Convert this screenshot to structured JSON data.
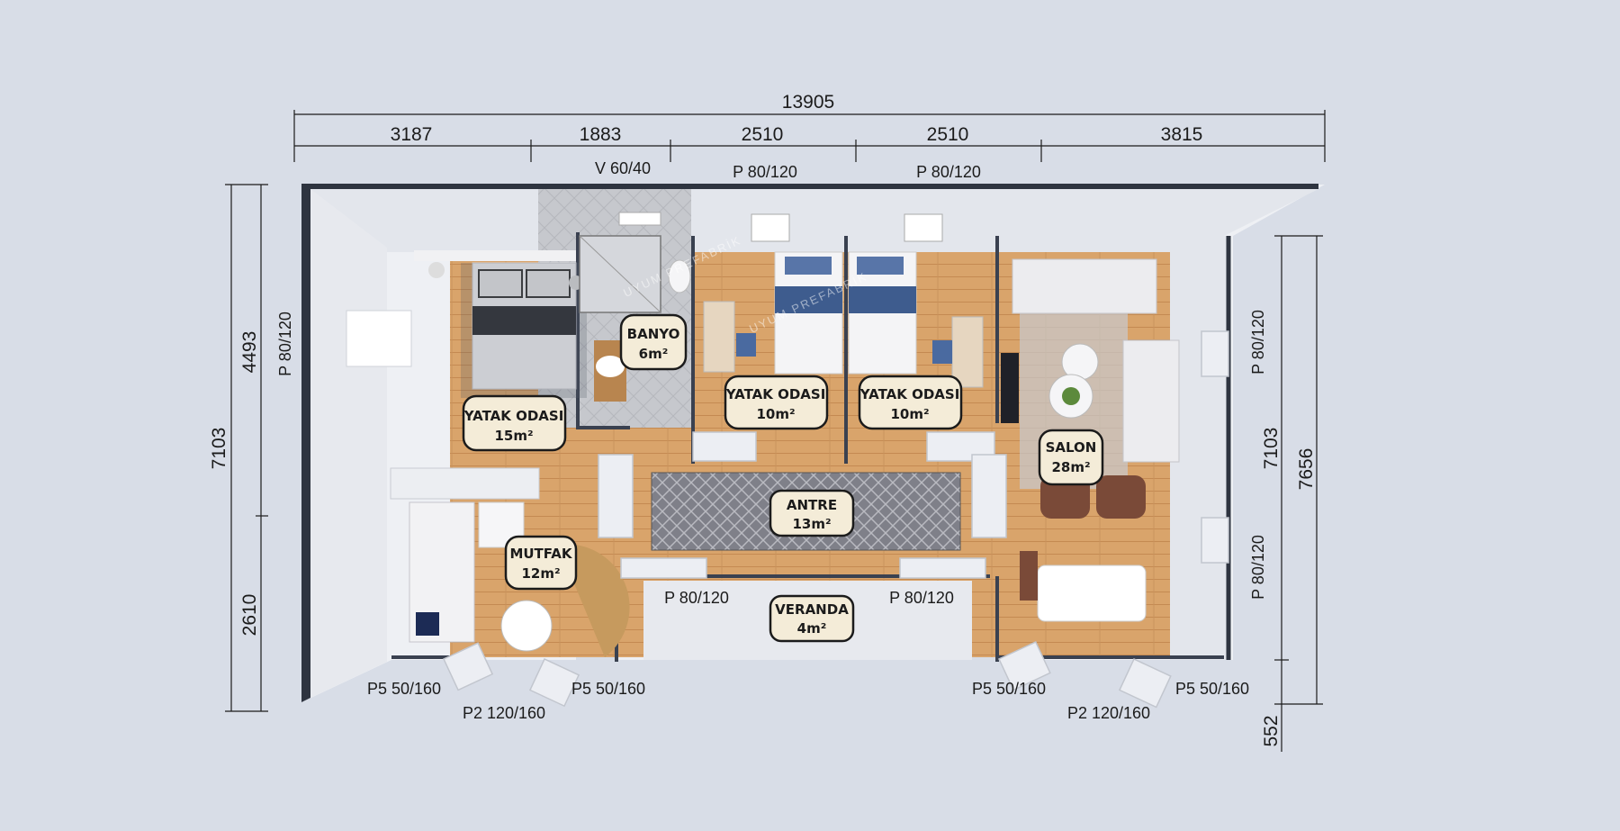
{
  "dimensions": {
    "top_total": "13905",
    "top_segments": [
      "3187",
      "1883",
      "2510",
      "2510",
      "3815"
    ],
    "left_total": "7103",
    "left_segments": [
      "4493",
      "2610"
    ],
    "right_inner": "7103",
    "right_total": "7656",
    "right_bottom": "552"
  },
  "openings": {
    "top_v": "V 60/40",
    "top_p1": "P 80/120",
    "top_p2": "P 80/120",
    "left_p": "P 80/120",
    "right_p1": "P 80/120",
    "right_p2": "P 80/120",
    "veranda_left": "P 80/120",
    "veranda_right": "P 80/120",
    "bottom_left_p5a": "P5 50/160",
    "bottom_left_p2": "P2 120/160",
    "bottom_left_p5b": "P5 50/160",
    "bottom_right_p5a": "P5 50/160",
    "bottom_right_p2": "P2 120/160",
    "bottom_right_p5b": "P5 50/160"
  },
  "rooms": [
    {
      "name": "YATAK ODASI",
      "area": "15m²"
    },
    {
      "name": "BANYO",
      "area": "6m²"
    },
    {
      "name": "YATAK ODASI",
      "area": "10m²"
    },
    {
      "name": "YATAK ODASI",
      "area": "10m²"
    },
    {
      "name": "SALON",
      "area": "28m²"
    },
    {
      "name": "ANTRE",
      "area": "13m²"
    },
    {
      "name": "MUTFAK",
      "area": "12m²"
    },
    {
      "name": "VERANDA",
      "area": "4m²"
    }
  ],
  "watermark": "UYUM PREFABRİK",
  "colors": {
    "background": "#d8dde7",
    "floor_wood": "#d9a46b",
    "wall": "#2e3440",
    "wall_panel": "#e9ebf0",
    "tile": "#c9cbd0",
    "label_bg": "#f4ecd8"
  }
}
